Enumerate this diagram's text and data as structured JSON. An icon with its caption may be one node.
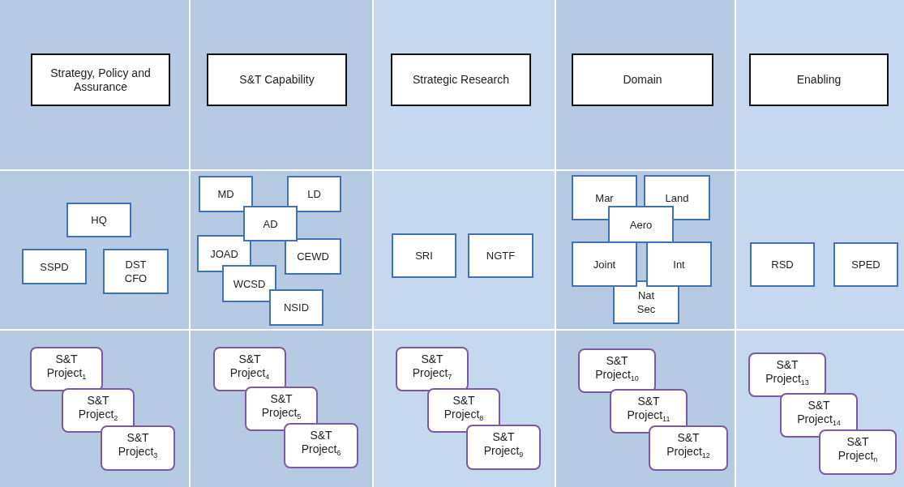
{
  "diagram": {
    "nodes": [
      {
        "text": [
          "Strategy, Policy and Assurance"
        ]
      },
      {
        "text": [
          "S&T Capability"
        ]
      },
      {
        "text": [
          "Strategic Research"
        ]
      },
      {
        "text": [
          "Domain"
        ]
      },
      {
        "text": [
          "Enabling"
        ]
      },
      {
        "text": [
          "HQ"
        ]
      },
      {
        "text": [
          "SSPD"
        ]
      },
      {
        "text": [
          "DST CFO"
        ]
      },
      {
        "text": [
          "MD"
        ]
      },
      {
        "text": [
          "LD"
        ]
      },
      {
        "text": [
          "AD"
        ]
      },
      {
        "text": [
          "JOAD"
        ]
      },
      {
        "text": [
          "CEWD"
        ]
      },
      {
        "text": [
          "WCSD"
        ]
      },
      {
        "text": [
          "NSID"
        ]
      },
      {
        "text": [
          "SRI"
        ]
      },
      {
        "text": [
          "NGTF"
        ]
      },
      {
        "text": [
          "Mar"
        ]
      },
      {
        "text": [
          "Land"
        ]
      },
      {
        "text": [
          "Aero"
        ]
      },
      {
        "text": [
          "Joint"
        ]
      },
      {
        "text": [
          "Int"
        ]
      },
      {
        "text": [
          "Nat Sec"
        ]
      },
      {
        "text": [
          "RSD"
        ]
      },
      {
        "text": [
          "SPED"
        ]
      },
      {
        "text": [
          "S&T Project$_{1}$"
        ]
      },
      {
        "text": [
          "S&T Project$_{2}$"
        ]
      },
      {
        "text": [
          "S&T Project$_{3}$"
        ]
      },
      {
        "text": [
          "S&T Project$_{4}$"
        ]
      },
      {
        "text": [
          "S&T Project$_{5}$"
        ]
      },
      {
        "text": [
          "S&T Project$_{6}$"
        ]
      },
      {
        "text": [
          "S&T Project$_{7}$"
        ]
      },
      {
        "text": [
          "S&T Project$_{8}$"
        ]
      },
      {
        "text": [
          "S&T Project$_{9}$"
        ]
      },
      {
        "text": [
          "S&T Project$_{10}$"
        ]
      },
      {
        "text": [
          "S&T Project$_{11}$"
        ]
      },
      {
        "text": [
          "S&T Project$_{12}$"
        ]
      },
      {
        "text": [
          "S&T Project$_{13}$"
        ]
      },
      {
        "text": [
          "S&T Project$_{14}$"
        ]
      },
      {
        "text": [
          "S&T Project$_{n}$"
        ]
      }
    ]
  }
}
